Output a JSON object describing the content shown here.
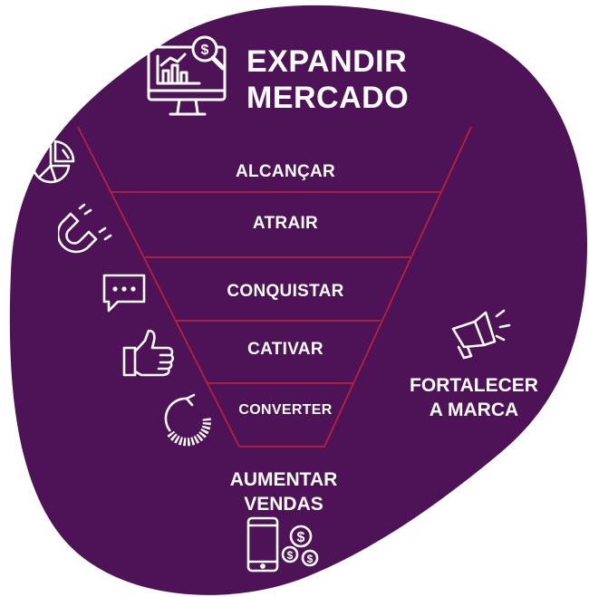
{
  "header": {
    "title_line1": "EXPANDIR",
    "title_line2": "MERCADO",
    "icon": "monitor-analytics-dollar-icon"
  },
  "funnel": {
    "stages": [
      {
        "label": "ALCANÇAR",
        "icon": "pie-chart-icon"
      },
      {
        "label": "ATRAIR",
        "icon": "magnet-icon"
      },
      {
        "label": "CONQUISTAR",
        "icon": "chat-bubble-icon"
      },
      {
        "label": "CATIVAR",
        "icon": "thumbs-up-icon"
      },
      {
        "label": "CONVERTER",
        "icon": "refresh-progress-icon"
      }
    ]
  },
  "side": {
    "line1": "FORTALECER",
    "line2": "A MARCA",
    "icon": "megaphone-icon"
  },
  "footer": {
    "line1": "AUMENTAR",
    "line2": "VENDAS",
    "icon": "smartphone-coins-icon"
  },
  "colors": {
    "background": "#4e1257",
    "funnel_lines": "#b7223c",
    "text": "#ffffff"
  }
}
